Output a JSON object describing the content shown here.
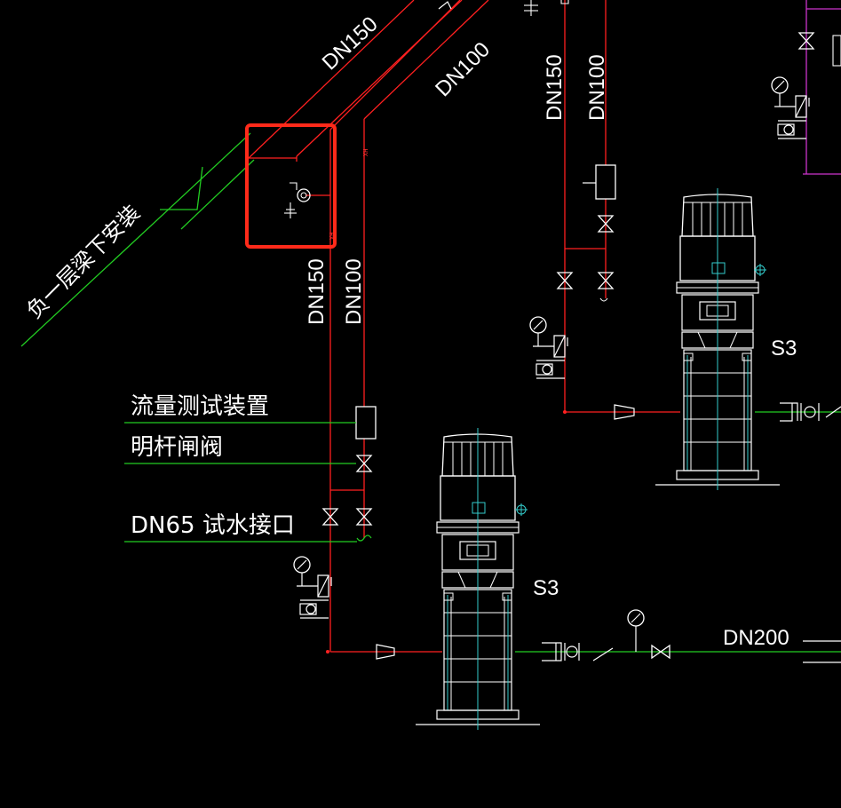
{
  "colors": {
    "background": "#000000",
    "pipe_red": "#ff2020",
    "leader_green": "#22cc22",
    "white": "#ffffff",
    "cyan": "#33cccc",
    "magenta": "#cc33cc",
    "highlight": "#ff2a1a"
  },
  "labels": {
    "dn150_diag": "DN150",
    "dn100_diag": "DN100",
    "dn150_top": "DN150",
    "dn100_top": "DN100",
    "dn150_mid": "DN150",
    "dn100_mid": "DN100",
    "install_note": "负一层梁下安装",
    "flow_device": "流量测试装置",
    "gate_valve": "明杆闸阀",
    "test_outlet": "DN65  试水接口",
    "pump_left_tag": "S3",
    "pump_right_tag": "S3",
    "dn200": "DN200"
  },
  "icons": [
    "gate-valve-icon",
    "check-valve-icon",
    "pressure-gauge-icon",
    "pump-icon",
    "flowmeter-icon"
  ]
}
